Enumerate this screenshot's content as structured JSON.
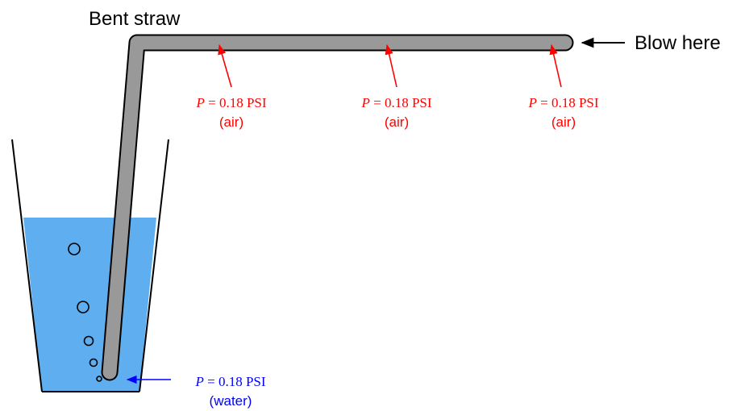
{
  "title": "Bent straw",
  "blow_label": "Blow here",
  "colors": {
    "water": "#5faef0",
    "straw": "#999999",
    "air_annotation": "#ff0000",
    "water_annotation": "#0000ff",
    "outline": "#000000"
  },
  "air_readings": [
    {
      "variable": "P",
      "equals": " = ",
      "value": "0.18 PSI",
      "medium": "(air)"
    },
    {
      "variable": "P",
      "equals": " = ",
      "value": "0.18 PSI",
      "medium": "(air)"
    },
    {
      "variable": "P",
      "equals": " = ",
      "value": "0.18 PSI",
      "medium": "(air)"
    }
  ],
  "water_reading": {
    "variable": "P",
    "equals": " = ",
    "value": "0.18 PSI",
    "medium": "(water)"
  }
}
